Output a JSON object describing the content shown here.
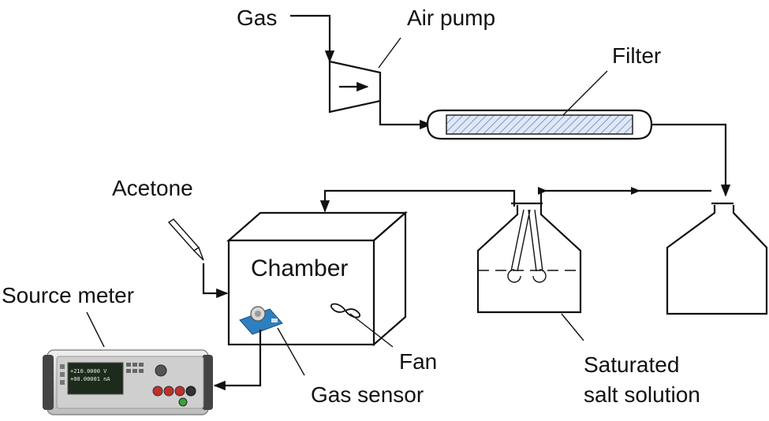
{
  "labels": {
    "gas": "Gas",
    "air_pump": "Air pump",
    "filter": "Filter",
    "acetone": "Acetone",
    "chamber": "Chamber",
    "source_meter": "Source meter",
    "fan": "Fan",
    "gas_sensor": "Gas sensor",
    "saturated_line1": "Saturated",
    "saturated_line2": "salt solution"
  },
  "meter_screen": {
    "line1": "+210.0000 V",
    "line2": "+00.00001 nA"
  },
  "colors": {
    "line": "#111111",
    "filter_hatch": "#7f99c4",
    "filter_fill": "#dfe8f6",
    "sensor_board": "#2e7fc0",
    "meter_body": "#d8d8d8",
    "meter_screen": "#1c2b1c",
    "meter_red": "#c0302a",
    "meter_green": "#3ca03c"
  }
}
